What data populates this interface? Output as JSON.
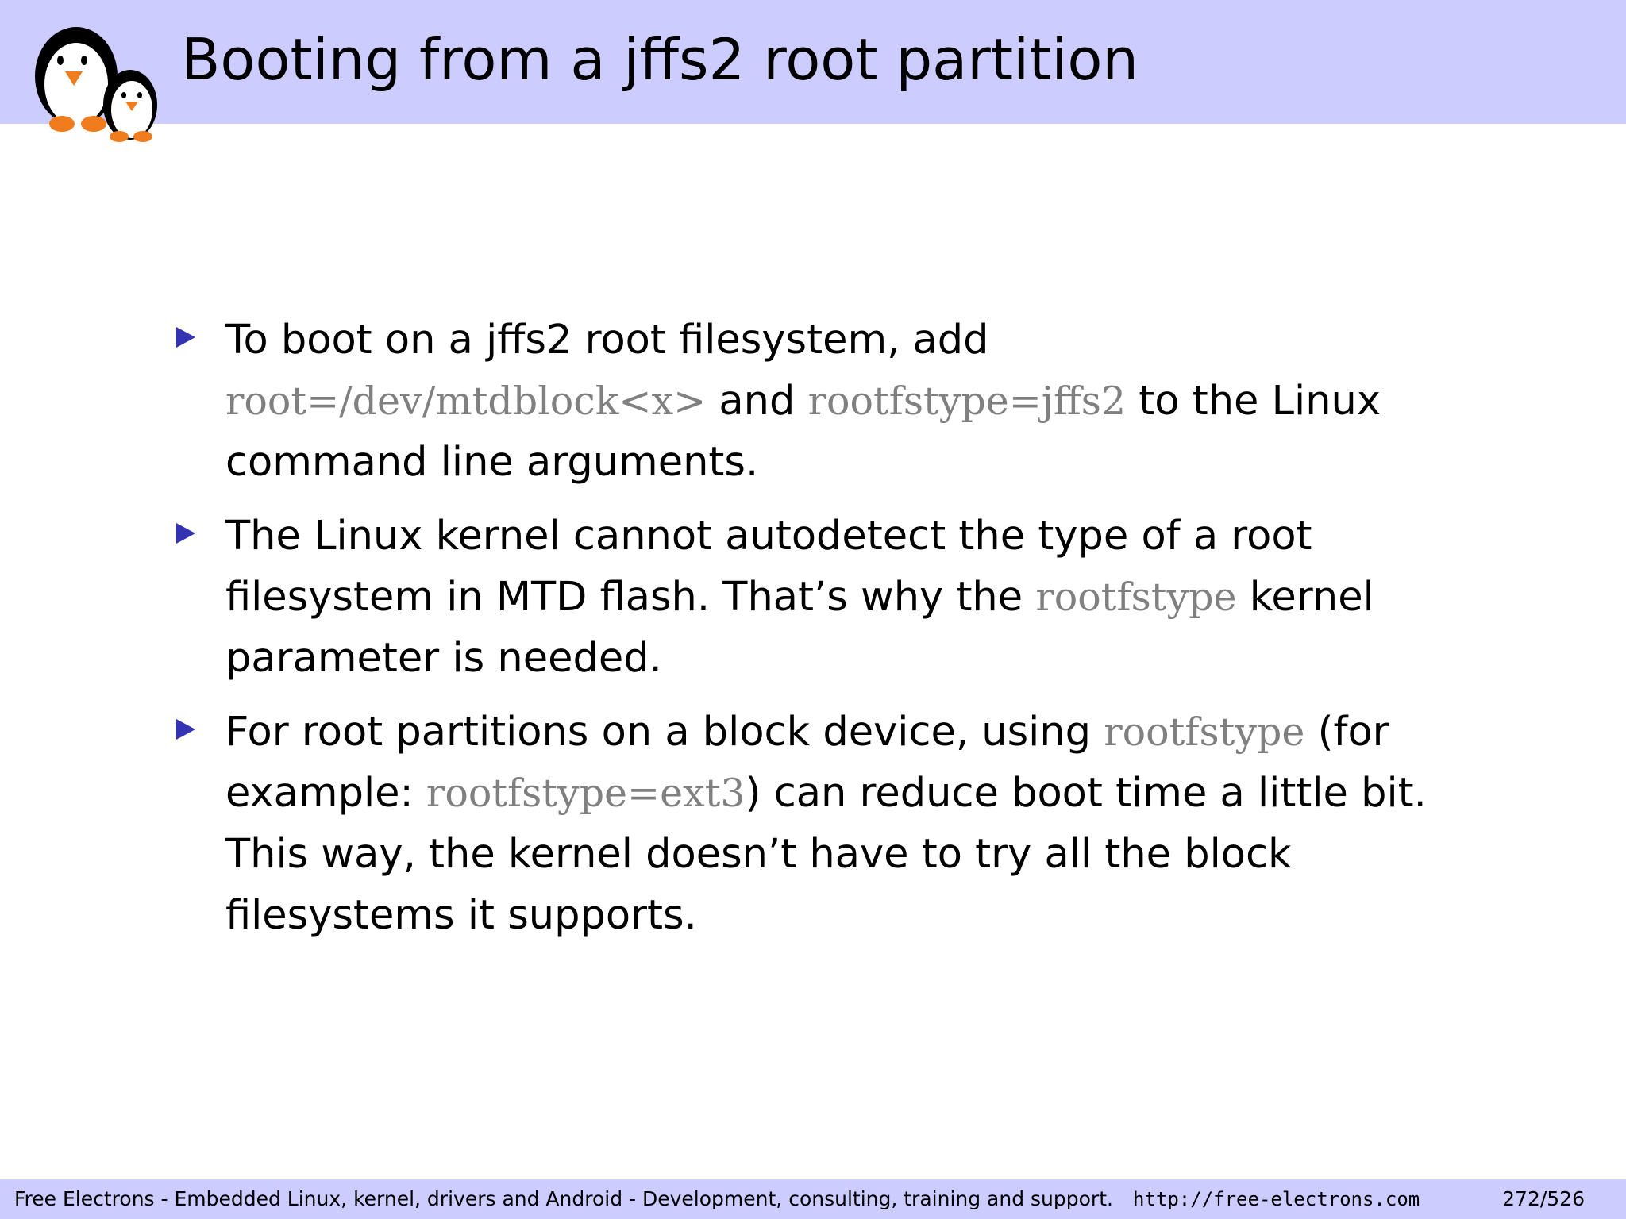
{
  "slide": {
    "title": "Booting from a jffs2 root partition"
  },
  "logo": {
    "icon": "penguins-logo-icon"
  },
  "bullets": [
    {
      "t1": "To boot on a jffs2 root filesystem, add",
      "c1": "root=/dev/mtdblock<x>",
      "t2": " and ",
      "c2": "rootfstype=jffs2",
      "t3": " to the Linux command line arguments."
    },
    {
      "t1": "The Linux kernel cannot autodetect the type of a root filesystem in MTD flash.  That’s why the ",
      "c1": "rootfstype",
      "t2": " kernel parameter is needed."
    },
    {
      "t1": "For root partitions on a block device, using ",
      "c1": "rootfstype",
      "t2": " (for example: ",
      "c2": "rootfstype=ext3",
      "t3": ") can reduce boot time a little bit.  This way, the kernel doesn’t have to try all the block filesystems it supports."
    }
  ],
  "footer": {
    "text": "Free Electrons - Embedded Linux, kernel, drivers and Android - Development, consulting, training and support.",
    "url": "http://free-electrons.com",
    "page": "272/526"
  },
  "colors": {
    "title_bar_bg": "#ccccff",
    "bullet_marker": "#3333b3",
    "code_text": "#808080"
  }
}
